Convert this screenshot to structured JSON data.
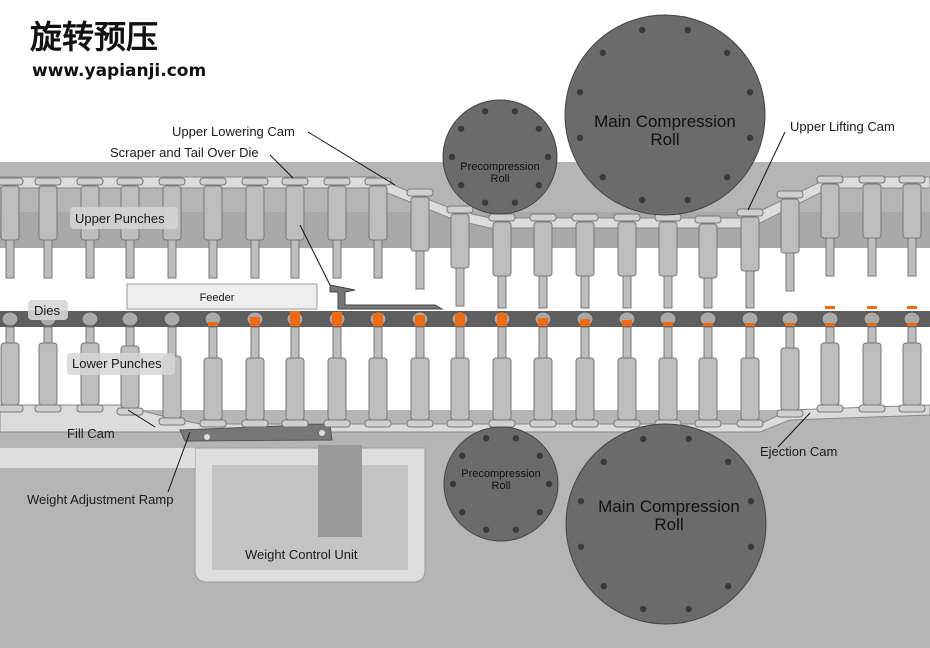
{
  "header": {
    "title": "旋转预压",
    "url": "www.yapianji.com"
  },
  "labels": {
    "upper_lowering_cam": "Upper  Lowering Cam",
    "scraper": "Scraper and Tail Over Die",
    "upper_punches": "Upper Punches",
    "dies": "Dies",
    "feeder": "Feeder",
    "lower_punches": "Lower Punches",
    "fill_cam": "Fill Cam",
    "weight_ramp": "Weight Adjustment Ramp",
    "weight_unit": "Weight Control Unit",
    "upper_lifting_cam": "Upper  Lifting Cam",
    "ejection_cam": "Ejection Cam"
  },
  "rolls": {
    "main_upper": [
      "Main Compression",
      "Roll"
    ],
    "pre_upper": [
      "Precompression",
      "Roll"
    ],
    "pre_lower": [
      "Precompression",
      "Roll"
    ],
    "main_lower": [
      "Main Compression",
      "Roll"
    ]
  },
  "colors": {
    "machine_body": "#b3b3b3",
    "track": "#dedede",
    "punch": "#bdbdbd",
    "roll": "#6b6b6b",
    "powder": "#f26a0f",
    "die_table": "#5f5f5f"
  }
}
